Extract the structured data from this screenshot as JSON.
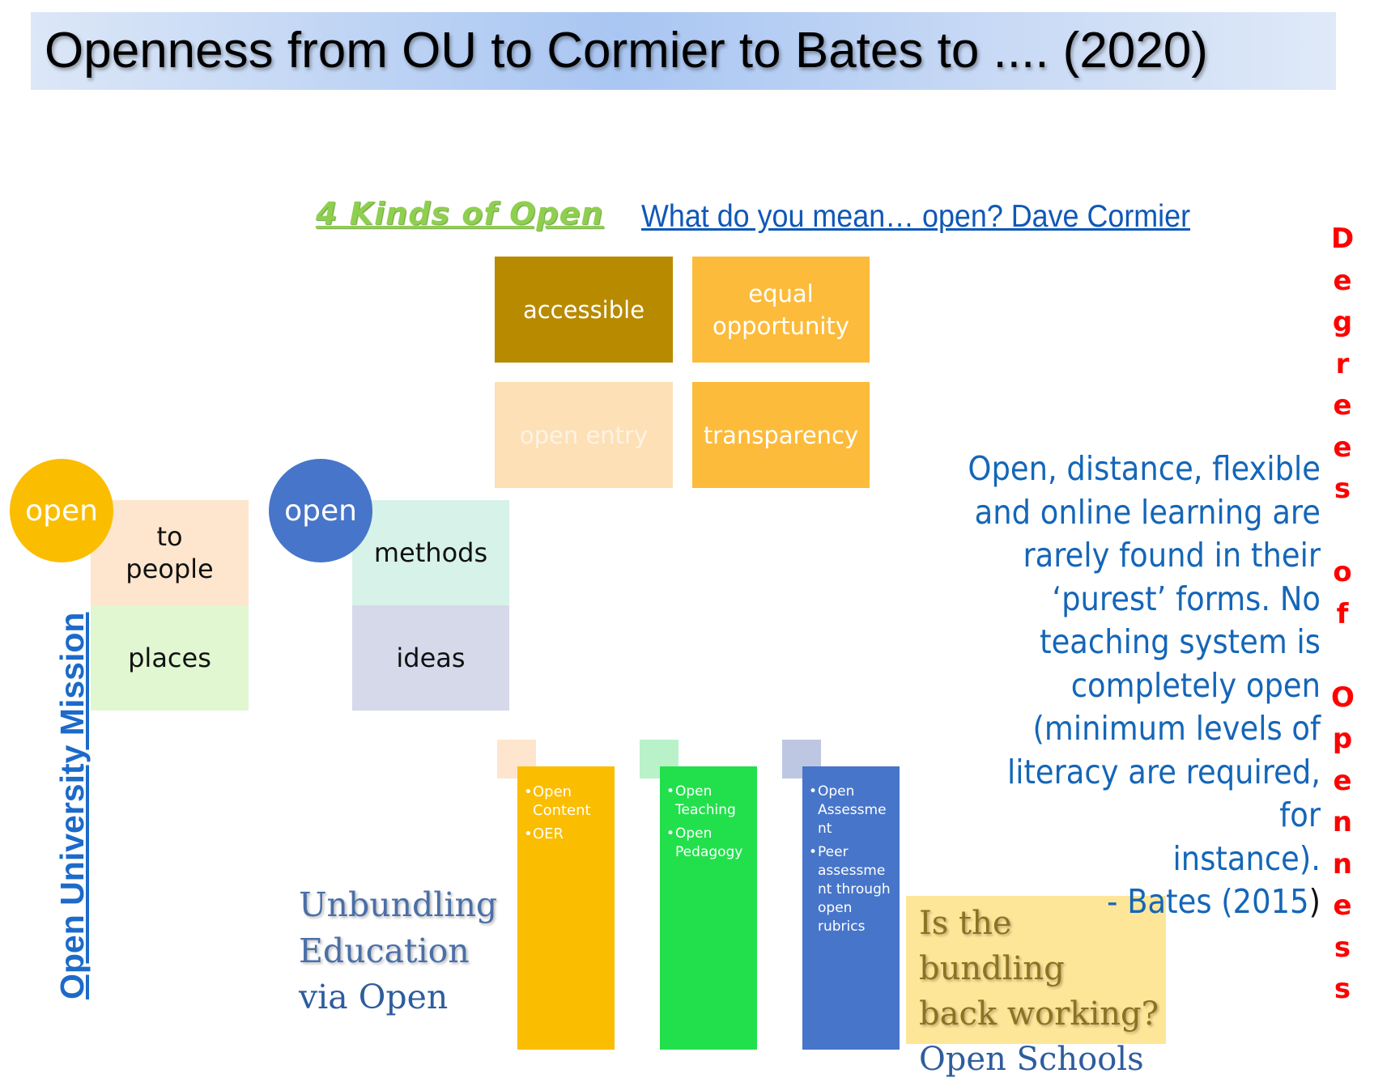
{
  "title": "Openness from OU to Cormier to Bates to .... (2020)",
  "header": {
    "kinds_heading": "4 Kinds of Open",
    "cormier_link": "What do you mean… open? Dave Cormier"
  },
  "kinds_tiles": {
    "accessible": "accessible",
    "equal_line1": "equal",
    "equal_line2": "opportunity",
    "open_entry": "open entry",
    "transparency": "transparency"
  },
  "mission": {
    "label": "Open University  Mission",
    "circle_left": "open",
    "to_people_line1": "to",
    "to_people_line2": "people",
    "places": "places",
    "circle_right": "open",
    "methods": "methods",
    "ideas": "ideas"
  },
  "unbundling": {
    "line1": "Unbundling",
    "line2": "Education",
    "line3": "via Open",
    "columns": [
      {
        "items": [
          "Open Content",
          "OER"
        ]
      },
      {
        "items": [
          "Open Teaching",
          "Open Pedagogy"
        ]
      },
      {
        "items": [
          "Open Assessme nt",
          "Peer assessme nt through open rubrics"
        ]
      }
    ]
  },
  "open_schools": {
    "question_line1": "Is the bundling",
    "question_line2": "back working?",
    "answer": "Open Schools"
  },
  "quote": {
    "lines": [
      "Open, distance, flexible",
      "and online learning are",
      "rarely found in their",
      "‘purest’ forms. No",
      "teaching system is",
      "completely open",
      "(minimum levels of",
      "literacy are required, for",
      "instance)."
    ],
    "attribution": "- Bates (2015",
    "attribution_close": ")"
  },
  "vertical_label": {
    "letters": [
      "D",
      "e",
      "g",
      "r",
      "e",
      "e",
      "s",
      " ",
      "o",
      "f",
      " ",
      "O",
      "p",
      "e",
      "n",
      "n",
      "e",
      "s",
      "s"
    ]
  },
  "colors": {
    "banner_mid": "#a9c6f2",
    "kinds_green": "#8fcf4f",
    "link_blue": "#0f58b8",
    "accessible_brown": "#b88a00",
    "orange": "#fdbb3b",
    "circle_yellow": "#fbbd00",
    "circle_blue": "#4775c9",
    "column_green": "#22e04c",
    "quote_blue": "#1466b8",
    "degrees_red": "#ff0000",
    "schools_box": "#fee699"
  }
}
